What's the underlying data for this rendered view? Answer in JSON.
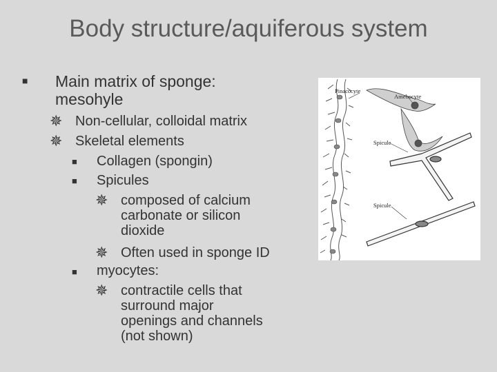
{
  "slide": {
    "title": "Body structure/aquiferous system",
    "bullets": {
      "main_line1": "Main matrix of sponge:",
      "main_line2": "mesohyle",
      "non_cellular": "Non-cellular, colloidal matrix",
      "skeletal": "Skeletal elements",
      "collagen": "Collagen (spongin)",
      "spicules": "Spicules",
      "composed_l1": "composed of calcium",
      "composed_l2": "carbonate or silicon",
      "composed_l3": "dioxide",
      "often": "Often used in sponge ID",
      "myocytes": "myocytes:",
      "contractile_l1": "contractile cells that",
      "contractile_l2": "surround major",
      "contractile_l3": "openings and channels",
      "contractile_l4": "(not shown)"
    }
  },
  "figure": {
    "labels": {
      "pinacocyte": "Pinacocyte",
      "amebocyte": "Amebocyte",
      "spicule_1": "Spicule",
      "spicule_2": "Spicule"
    }
  }
}
